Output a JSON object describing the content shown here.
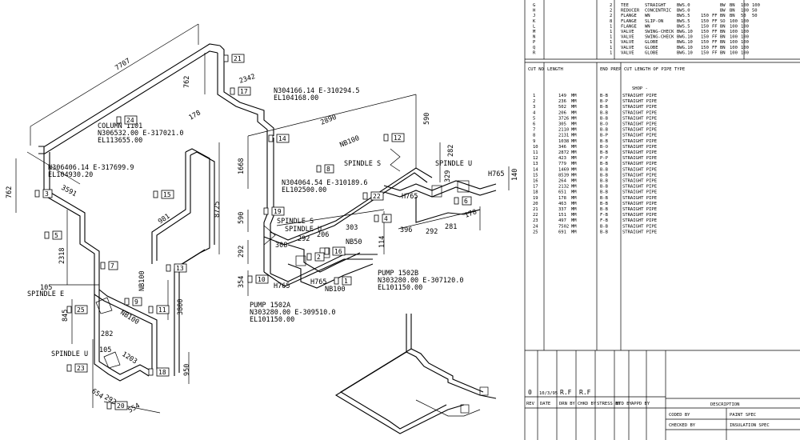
{
  "labels": {
    "column_title": "COLUMN 1101",
    "column_n": "N306532.00 E-317021.0",
    "column_el": "EL113655.00",
    "c1_n": "N306406.14 E-317699.9",
    "c1_el": "EL104930.20",
    "c2_n": "N304166.14 E-310294.5",
    "c2_el": "EL104168.00",
    "c3_n": "N304064.54 E-310189.6",
    "c3_el": "EL102500.00",
    "pumpa_title": "PUMP 1502A",
    "pumpa_n": "N303280.00 E-309510.0",
    "pumpa_el": "EL101150.00",
    "pumpb_title": "PUMP 1502B",
    "pumpb_n": "N303280.00 E-307120.0",
    "pumpb_el": "EL101150.00",
    "spindle_e": "SPINDLE E",
    "spindle_u1": "SPINDLE U",
    "spindle_s1": "SPINDLE S",
    "spindle_s2": "SPINDLE S",
    "spindle_u2": "SPINDLE U",
    "spindle_u3": "SPINDLE U",
    "nb100_1": "NB100",
    "nb100_2": "NB100",
    "nb100_3": "NB100",
    "nb100_4": "NB100",
    "nb50": "NB50",
    "h765_1": "H765",
    "h765_2": "H765",
    "h765_3": "H765",
    "h765_4": "H765"
  },
  "dims": {
    "d7707": "7707",
    "d762a": "762",
    "d762b": "762",
    "d3591": "3591",
    "d2318": "2318",
    "d105a": "105",
    "d105b": "105",
    "d845": "845",
    "d282a": "282",
    "d1203": "1203",
    "d654": "654",
    "d292a": "292",
    "d554": "554",
    "d3800": "3800",
    "d950": "950",
    "d178a": "178",
    "d8725": "8725",
    "d981": "981",
    "d2342": "2342",
    "d1668": "1668",
    "d2890": "2890",
    "d590a": "590",
    "d590b": "590",
    "d292b": "292",
    "d354": "354",
    "d308": "308",
    "d292c": "292",
    "d206": "206",
    "d303": "303",
    "d114": "114",
    "d282b": "282",
    "d329": "329",
    "d396": "396",
    "d292d": "292",
    "d281": "281",
    "d178b": "178",
    "d140": "140"
  },
  "tags": [
    "1",
    "2",
    "3",
    "4",
    "5",
    "6",
    "7",
    "8",
    "9",
    "10",
    "11",
    "12",
    "13",
    "14",
    "15",
    "16",
    "17",
    "18",
    "19",
    "20",
    "21",
    "22",
    "23",
    "24",
    "25"
  ],
  "materials": {
    "rows": [
      {
        "letter": "G",
        "qty": "2",
        "type": "TEE",
        "desc": "STRAIGHT",
        "spec": "BWS.0",
        "sz": "",
        "r": "",
        "m": "BW",
        "sch": "BN",
        "p": "100",
        "q": "100"
      },
      {
        "letter": "H",
        "qty": "2",
        "type": "REDUCER",
        "desc": "CONCENTRIC",
        "spec": "BWS.0",
        "sz": "",
        "r": "",
        "m": "BW",
        "sch": "BN",
        "p": "100",
        "q": "50"
      },
      {
        "letter": "J",
        "qty": "2",
        "type": "FLANGE",
        "desc": "WN",
        "spec": "BWS.5",
        "sz": "150",
        "r": "FF",
        "m": "BN",
        "sch": "BN",
        "p": "50",
        "q": "50"
      },
      {
        "letter": "K",
        "qty": "8",
        "type": "FLANGE",
        "desc": "SLIP-ON",
        "spec": "BWS.5",
        "sz": "150",
        "r": "FF",
        "m": "SO",
        "sch": "100",
        "p": "100",
        "q": ""
      },
      {
        "letter": "L",
        "qty": "1",
        "type": "FLANGE",
        "desc": "WN",
        "spec": "BWS.5",
        "sz": "150",
        "r": "FF",
        "m": "BN",
        "sch": "100",
        "p": "100",
        "q": ""
      },
      {
        "letter": "M",
        "qty": "1",
        "type": "VALVE",
        "desc": "SWING-CHECK",
        "spec": "BWG.10",
        "sz": "150",
        "r": "FF",
        "m": "BN",
        "sch": "100",
        "p": "100",
        "q": ""
      },
      {
        "letter": "N",
        "qty": "1",
        "type": "VALVE",
        "desc": "SWING-CHECK",
        "spec": "BWG.10",
        "sz": "150",
        "r": "FF",
        "m": "BN",
        "sch": "100",
        "p": "100",
        "q": ""
      },
      {
        "letter": "P",
        "qty": "1",
        "type": "VALVE",
        "desc": "GLOBE",
        "spec": "BWG.10",
        "sz": "150",
        "r": "FF",
        "m": "BN",
        "sch": "100",
        "p": "100",
        "q": ""
      },
      {
        "letter": "Q",
        "qty": "1",
        "type": "VALVE",
        "desc": "GLOBE",
        "spec": "BWG.10",
        "sz": "150",
        "r": "FF",
        "m": "BN",
        "sch": "100",
        "p": "100",
        "q": ""
      },
      {
        "letter": "R",
        "qty": "1",
        "type": "VALVE",
        "desc": "GLOBE",
        "spec": "BWG.10",
        "sz": "150",
        "r": "FF",
        "m": "BN",
        "sch": "100",
        "p": "100",
        "q": ""
      }
    ]
  },
  "cuts": {
    "col_cut": "CUT NO",
    "col_len": "LENGTH",
    "col_end": "END PREP",
    "col_desc": "CUT LENGTH OF PIPE TYPE",
    "shop_header": "SHOP -",
    "rows": [
      {
        "n": "1",
        "len": "149",
        "unit": "MM",
        "end": "B-B",
        "desc": "STRAIGHT PIPE"
      },
      {
        "n": "2",
        "len": "236",
        "unit": "MM",
        "end": "B-P",
        "desc": "STRAIGHT PIPE"
      },
      {
        "n": "3",
        "len": "502",
        "unit": "MM",
        "end": "B-B",
        "desc": "STRAIGHT PIPE"
      },
      {
        "n": "4",
        "len": "206",
        "unit": "MM",
        "end": "B-B",
        "desc": "STRAIGHT PIPE"
      },
      {
        "n": "5",
        "len": "3726",
        "unit": "MM",
        "end": "B-B",
        "desc": "STRAIGHT PIPE"
      },
      {
        "n": "6",
        "len": "305",
        "unit": "MM",
        "end": "B-O",
        "desc": "STRAIGHT PIPE"
      },
      {
        "n": "7",
        "len": "2110",
        "unit": "MM",
        "end": "B-B",
        "desc": "STRAIGHT PIPE"
      },
      {
        "n": "8",
        "len": "2131",
        "unit": "MM",
        "end": "B-P",
        "desc": "STRAIGHT PIPE"
      },
      {
        "n": "9",
        "len": "1038",
        "unit": "MM",
        "end": "B-B",
        "desc": "STRAIGHT PIPE"
      },
      {
        "n": "10",
        "len": "346",
        "unit": "MM",
        "end": "B-O",
        "desc": "STRAIGHT PIPE"
      },
      {
        "n": "11",
        "len": "2872",
        "unit": "MM",
        "end": "B-B",
        "desc": "STRAIGHT PIPE"
      },
      {
        "n": "12",
        "len": "423",
        "unit": "MM",
        "end": "P-P",
        "desc": "STRAIGHT PIPE"
      },
      {
        "n": "13",
        "len": "779",
        "unit": "MM",
        "end": "B-B",
        "desc": "STRAIGHT PIPE"
      },
      {
        "n": "14",
        "len": "1469",
        "unit": "MM",
        "end": "B-B",
        "desc": "STRAIGHT PIPE"
      },
      {
        "n": "15",
        "len": "8539",
        "unit": "MM",
        "end": "B-B",
        "desc": "STRAIGHT PIPE"
      },
      {
        "n": "16",
        "len": "264",
        "unit": "MM",
        "end": "B-B",
        "desc": "STRAIGHT PIPE"
      },
      {
        "n": "17",
        "len": "2132",
        "unit": "MM",
        "end": "B-B",
        "desc": "STRAIGHT PIPE"
      },
      {
        "n": "18",
        "len": "651",
        "unit": "MM",
        "end": "B-B",
        "desc": "STRAIGHT PIPE"
      },
      {
        "n": "19",
        "len": "178",
        "unit": "MM",
        "end": "B-B",
        "desc": "STRAIGHT PIPE"
      },
      {
        "n": "20",
        "len": "463",
        "unit": "MM",
        "end": "B-B",
        "desc": "STRAIGHT PIPE"
      },
      {
        "n": "21",
        "len": "337",
        "unit": "MM",
        "end": "B-B",
        "desc": "STRAIGHT PIPE"
      },
      {
        "n": "22",
        "len": "151",
        "unit": "MM",
        "end": "F-B",
        "desc": "STRAIGHT PIPE"
      },
      {
        "n": "23",
        "len": "497",
        "unit": "MM",
        "end": "F-B",
        "desc": "STRAIGHT PIPE"
      },
      {
        "n": "24",
        "len": "7502",
        "unit": "MM",
        "end": "B-B",
        "desc": "STRAIGHT PIPE"
      },
      {
        "n": "25",
        "len": "691",
        "unit": "MM",
        "end": "B-B",
        "desc": "STRAIGHT PIPE"
      }
    ]
  },
  "title_block": {
    "rev": "0",
    "date": "10/3/95",
    "drn_val": "R.F",
    "chkd_val": "R.F",
    "rev_h": "REV",
    "date_h": "DATE",
    "drn_h": "DRN BY",
    "chkd_h": "CHKD BY",
    "stress_h": "STRESS BY",
    "ntd_h": "NTD BY",
    "appd_h": "APPD BY",
    "desc_h": "DESCRIPTION",
    "coded_by": "CODED BY",
    "paint_spec": "PAINT SPEC",
    "checked_by": "CHECKED BY",
    "insulation_spec": "INSULATION SPEC"
  }
}
